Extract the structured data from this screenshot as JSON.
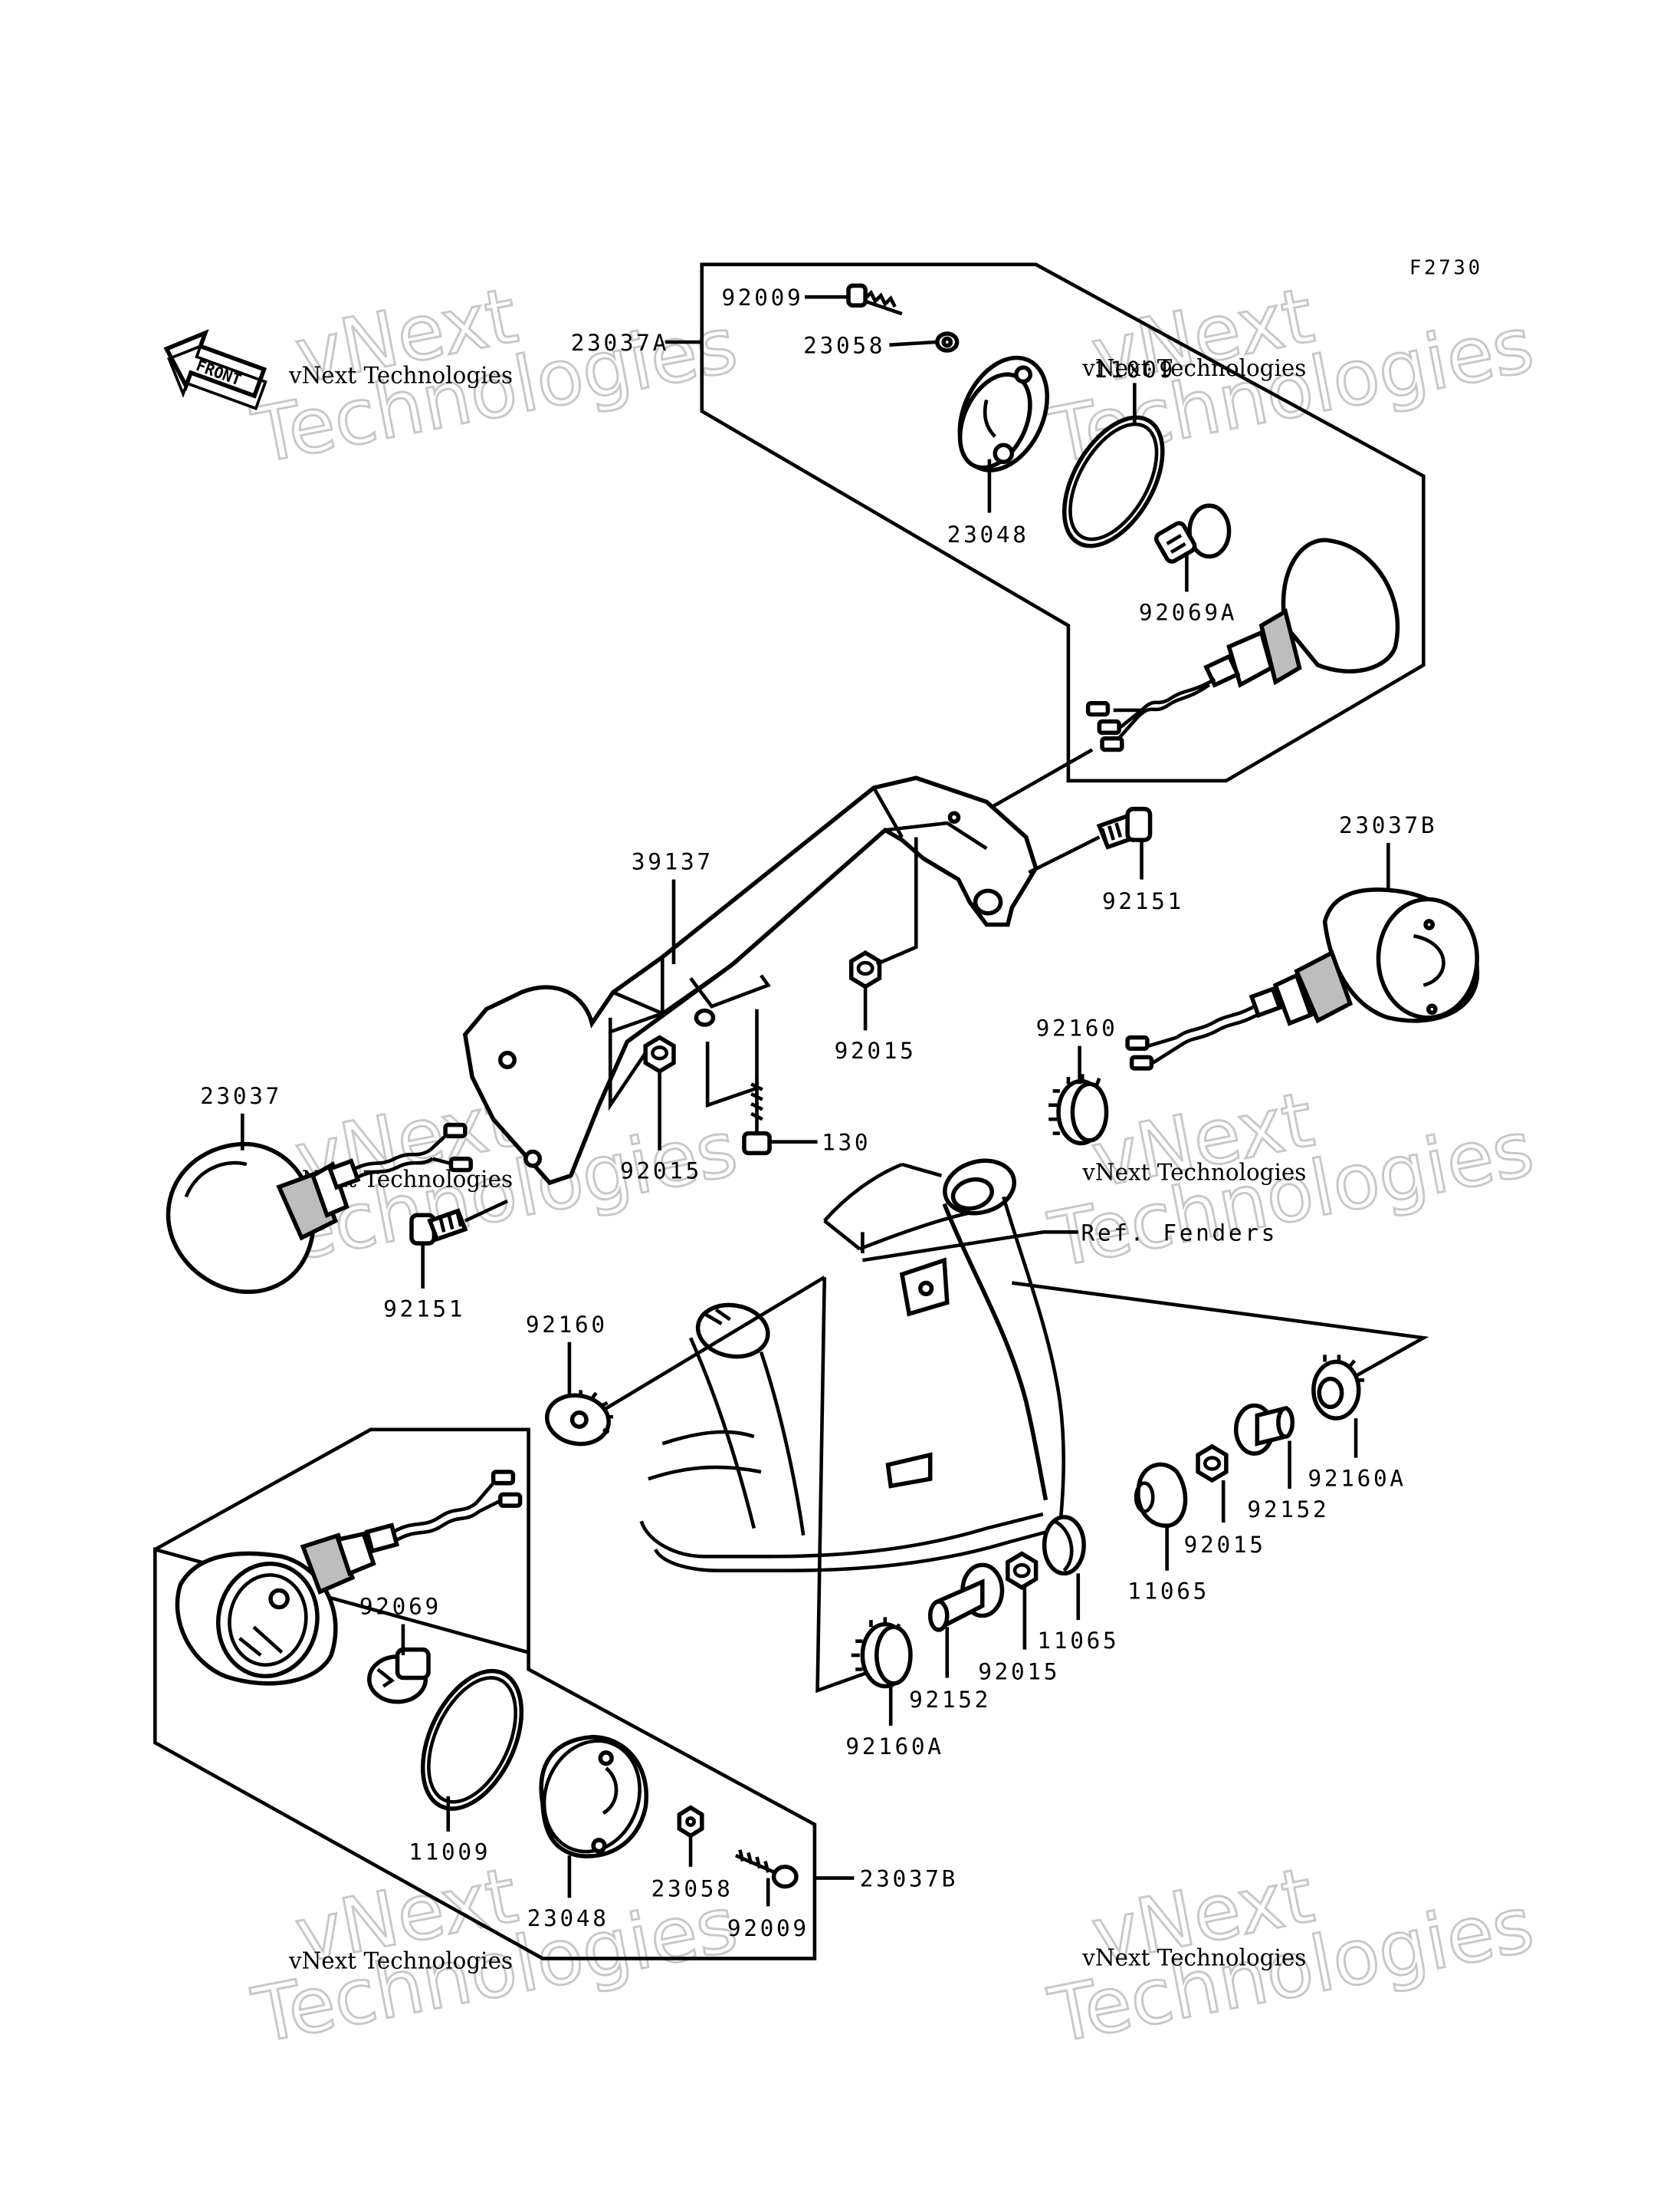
{
  "diagram_code": "F2730",
  "front_marker": "FRONT",
  "watermark": {
    "line1": "vNext Technologies",
    "big_a": "vNext",
    "big_b": "Technologies"
  },
  "parts": {
    "p92009_top": "92009",
    "p23037A": "23037A",
    "p23058_top": "23058",
    "p11009_top": "11009",
    "p23048_top": "23048",
    "p92069A": "92069A",
    "p39137": "39137",
    "p92151_right": "92151",
    "p23037B_right": "23037B",
    "p92015_upper": "92015",
    "p92160_upper": "92160",
    "p23037_left": "23037",
    "p92015_mid": "92015",
    "p130": "130",
    "p_ref_fenders": "Ref. Fenders",
    "p92151_left": "92151",
    "p92160_left": "92160",
    "p92160A_right": "92160A",
    "p92152_right": "92152",
    "p92015_right": "92015",
    "p11065_upper": "11065",
    "p11065_lower": "11065",
    "p92015_lower": "92015",
    "p92152_lower": "92152",
    "p92160A_lower": "92160A",
    "p92069": "92069",
    "p11009_bottom": "11009",
    "p23048_bottom": "23048",
    "p23058_bottom": "23058",
    "p23037B_bottom": "23037B",
    "p92009_bottom": "92009"
  }
}
